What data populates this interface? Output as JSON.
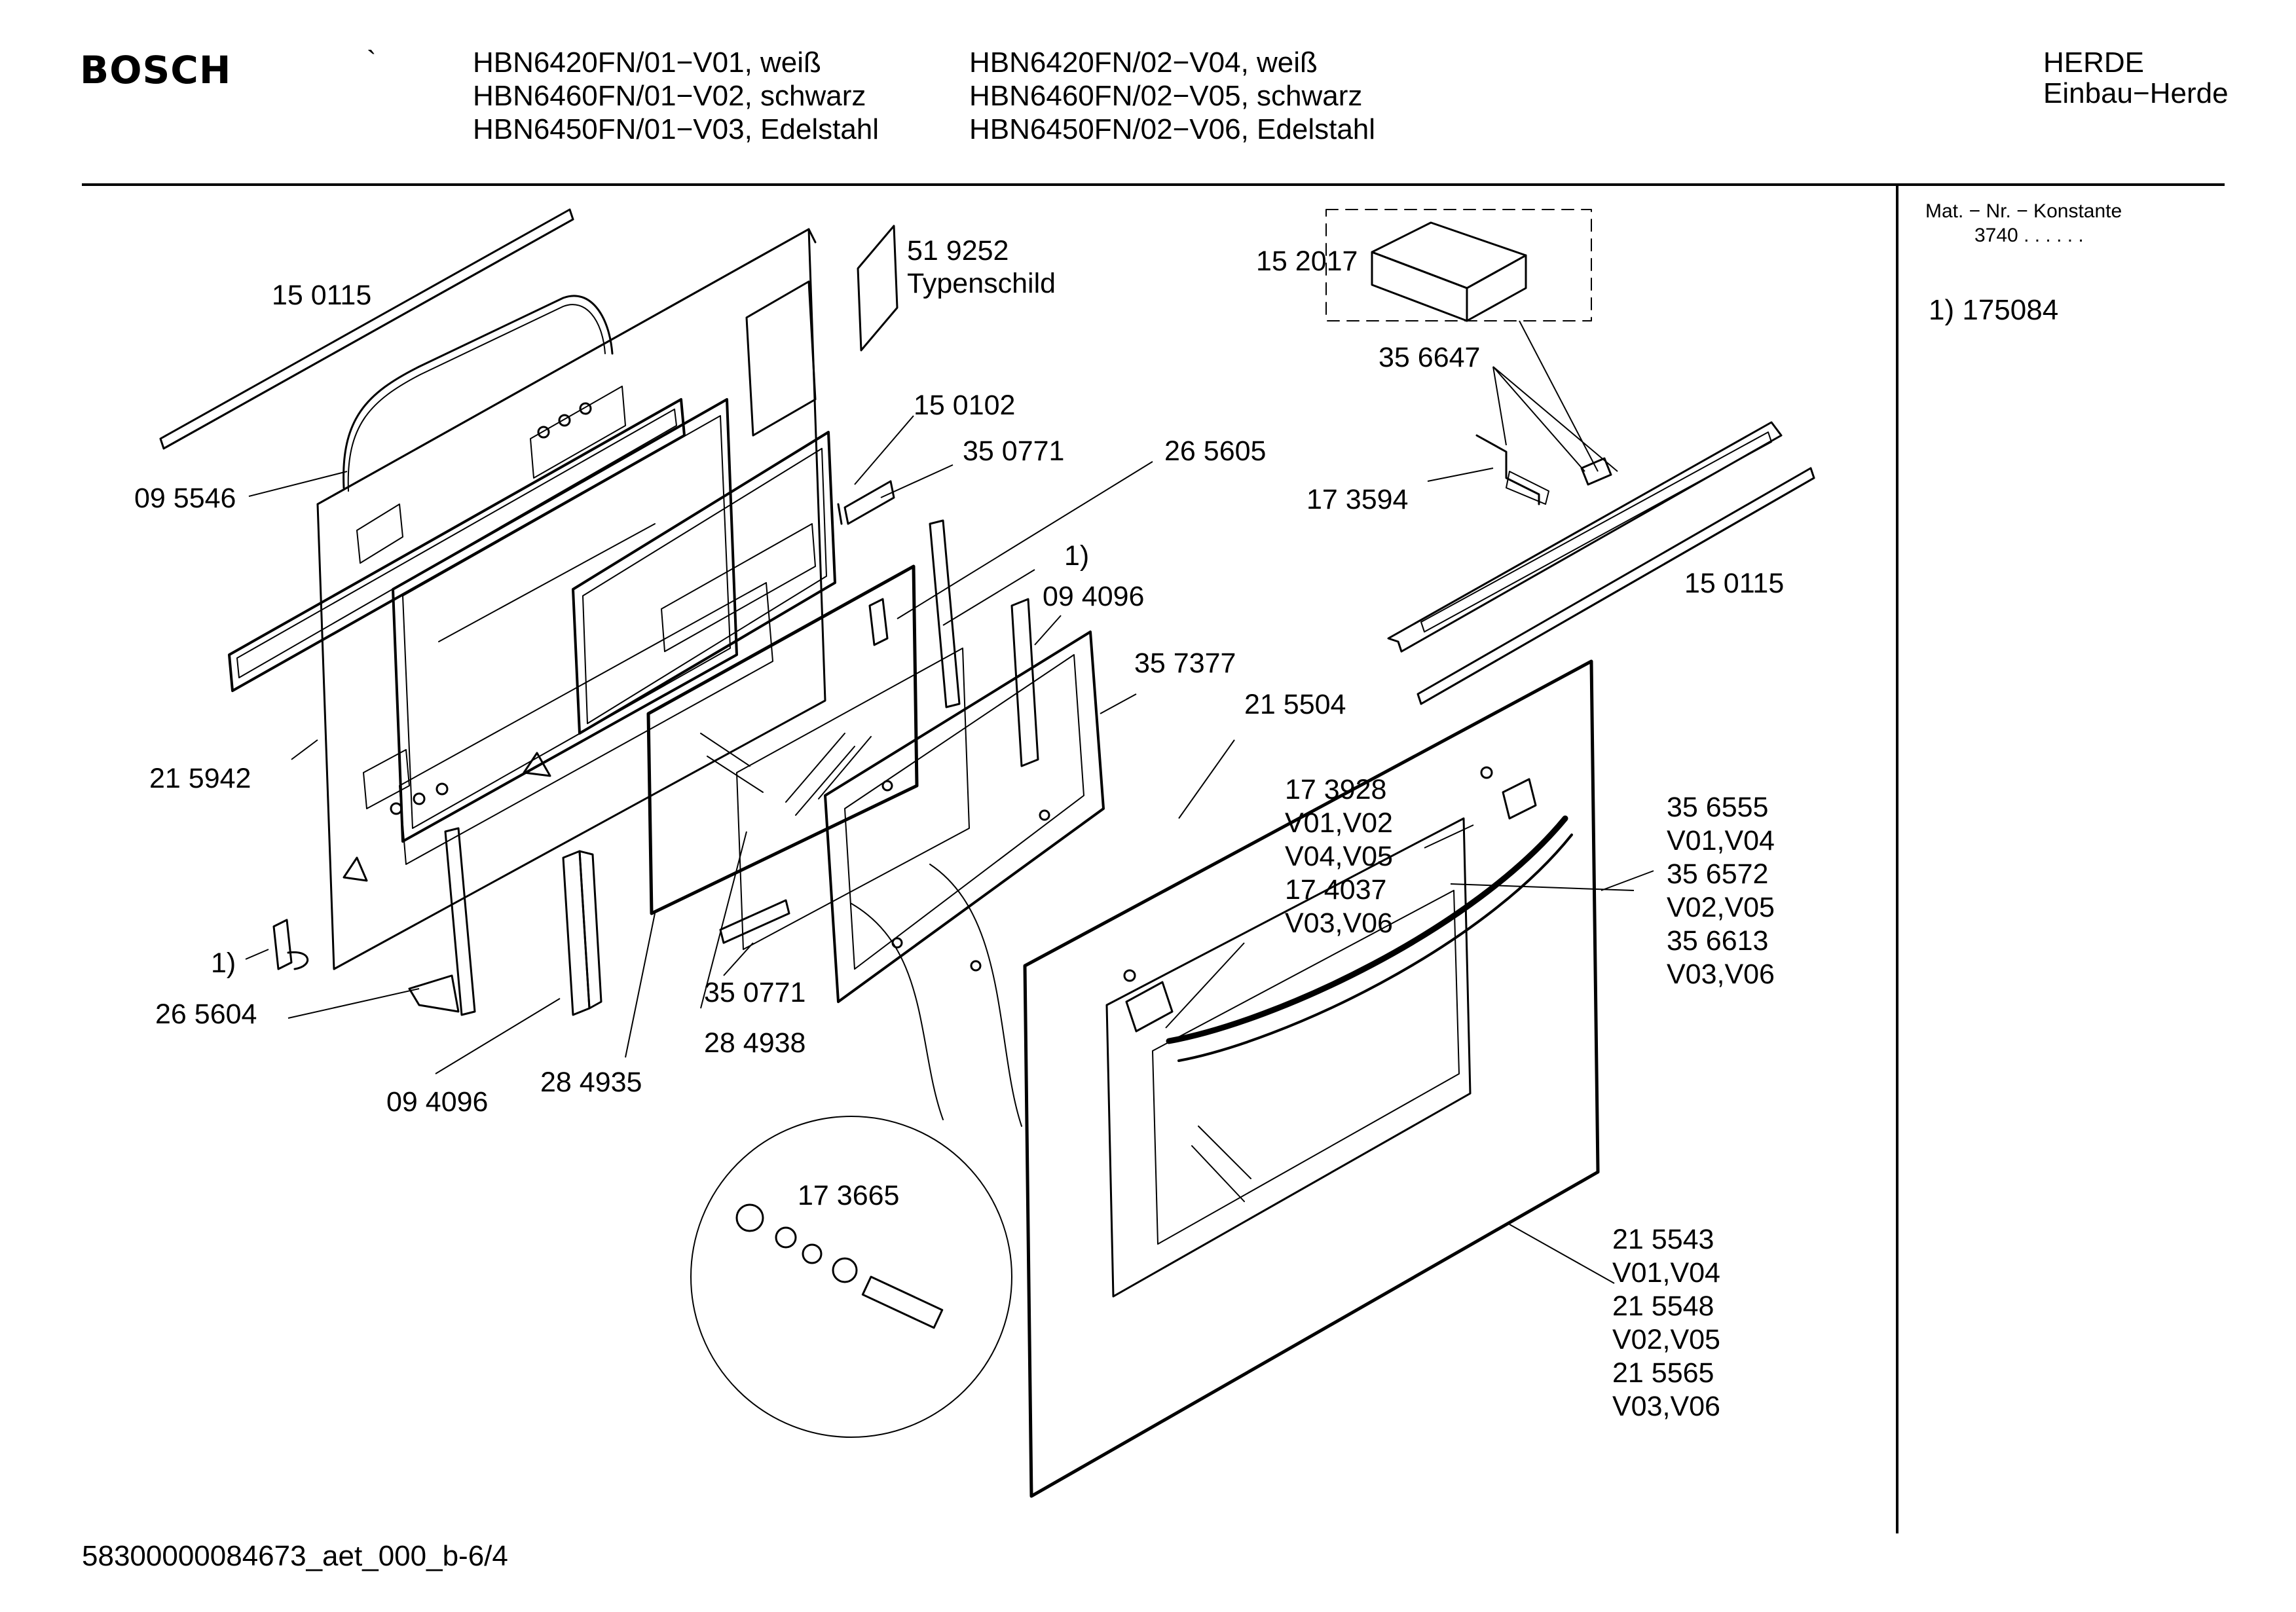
{
  "header": {
    "brand": "BOSCH",
    "tick": "`",
    "models_col1": [
      "HBN6420FN/01−V01, weiß",
      "HBN6460FN/01−V02, schwarz",
      "HBN6450FN/01−V03, Edelstahl"
    ],
    "models_col2": [
      "HBN6420FN/02−V04, weiß",
      "HBN6460FN/02−V05, schwarz",
      "HBN6450FN/02−V06, Edelstahl"
    ],
    "category": [
      "HERDE",
      "Einbau−Herde"
    ]
  },
  "side_panel": {
    "heading": "Mat. − Nr. − Konstante",
    "constant": "3740 .  .  .  .  .  .",
    "note": "1) 175084"
  },
  "parts": {
    "p150115_top": "15 0115",
    "p095546": "09 5546",
    "p519252": "51 9252",
    "typenschild": "Typenschild",
    "p150102": "15 0102",
    "p350771_top": "35 0771",
    "p265605": "26 5605",
    "ref1_center": "1)",
    "p094096_center": "09 4096",
    "p357377": "35 7377",
    "p215504": "21 5504",
    "p215942": "21 5942",
    "ref1_left": "1)",
    "p265604": "26 5604",
    "p094096_bottom": "09 4096",
    "p284935": "28 4935",
    "p284938": "28 4938",
    "p350771_bottom": "35 0771",
    "p173665": "17 3665",
    "p152017": "15 2017",
    "p356647": "35 6647",
    "p173594": "17 3594",
    "p150115_right": "15 0115",
    "handle_group": [
      "17  3928",
      "V01,V02",
      "V04,V05",
      "17  4037",
      "V03,V06"
    ],
    "end_cap_group": [
      "35  6555",
      "V01,V04",
      "35  6572",
      "V02,V05",
      "35  6613",
      "V03,V06"
    ],
    "front_glass_group": [
      "21 5543",
      "V01,V04",
      "21 5548",
      "V02,V05",
      "21 5565",
      "V03,V06"
    ]
  },
  "footer": {
    "doc_id": "58300000084673_aet_000_b-6/4"
  }
}
